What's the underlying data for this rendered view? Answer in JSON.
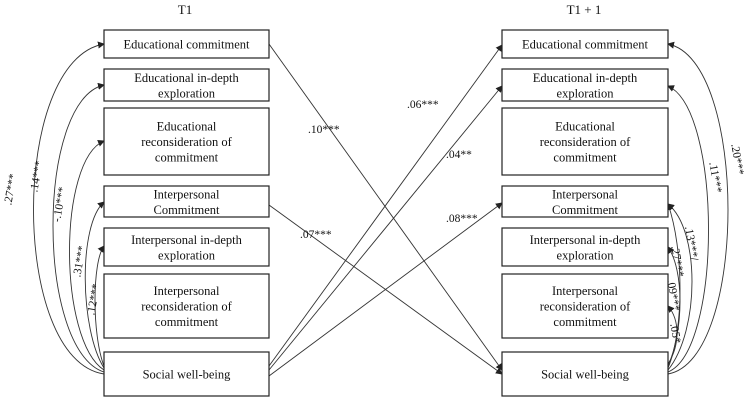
{
  "titles": {
    "left": "T1",
    "right": "T1 + 1"
  },
  "left_boxes": [
    {
      "id": "L1",
      "lines": [
        "Educational commitment"
      ]
    },
    {
      "id": "L2",
      "lines": [
        "Educational in-depth",
        "exploration"
      ]
    },
    {
      "id": "L3",
      "lines": [
        "Educational",
        "reconsideration of",
        "commitment"
      ]
    },
    {
      "id": "L4",
      "lines": [
        "Interpersonal",
        "Commitment"
      ]
    },
    {
      "id": "L5",
      "lines": [
        "Interpersonal in-depth",
        "exploration"
      ]
    },
    {
      "id": "L6",
      "lines": [
        "Interpersonal",
        "reconsideration of",
        "commitment"
      ]
    },
    {
      "id": "L7",
      "lines": [
        "Social well-being"
      ]
    }
  ],
  "right_boxes": [
    {
      "id": "R1",
      "lines": [
        "Educational commitment"
      ]
    },
    {
      "id": "R2",
      "lines": [
        "Educational in-depth",
        "exploration"
      ]
    },
    {
      "id": "R3",
      "lines": [
        "Educational",
        "reconsideration of",
        "commitment"
      ]
    },
    {
      "id": "R4",
      "lines": [
        "Interpersonal",
        "Commitment"
      ]
    },
    {
      "id": "R5",
      "lines": [
        "Interpersonal in-depth",
        "exploration"
      ]
    },
    {
      "id": "R6",
      "lines": [
        "Interpersonal",
        "reconsideration of",
        "commitment"
      ]
    },
    {
      "id": "R7",
      "lines": [
        "Social well-being"
      ]
    }
  ],
  "left_correlations": [
    {
      "label": ".27***",
      "target": "L1"
    },
    {
      "label": ".14***",
      "target": "L2"
    },
    {
      "label": "-.10***",
      "target": "L3"
    },
    {
      "label": ".31***",
      "target": "L4"
    },
    {
      "label": ".12***",
      "target": "L5"
    }
  ],
  "right_correlations": [
    {
      "label": ".20***",
      "target": "R1"
    },
    {
      "label": ".11***",
      "target": "R2"
    },
    {
      "label": ".13***/",
      "target": "R4"
    },
    {
      "label": ".27***",
      "target": "R4"
    },
    {
      "label": ".09***",
      "target": "R5"
    },
    {
      "label": ".05*",
      "target": "R6"
    }
  ],
  "cross_paths": [
    {
      "from": "L1",
      "to": "R7",
      "label": ".10***"
    },
    {
      "from": "L4",
      "to": "R7",
      "label": ".07***"
    },
    {
      "from": "L7",
      "to": "R1",
      "label": ".06***"
    },
    {
      "from": "L7",
      "to": "R2",
      "label": ".04**"
    },
    {
      "from": "L7",
      "to": "R4",
      "label": ".08***"
    }
  ]
}
